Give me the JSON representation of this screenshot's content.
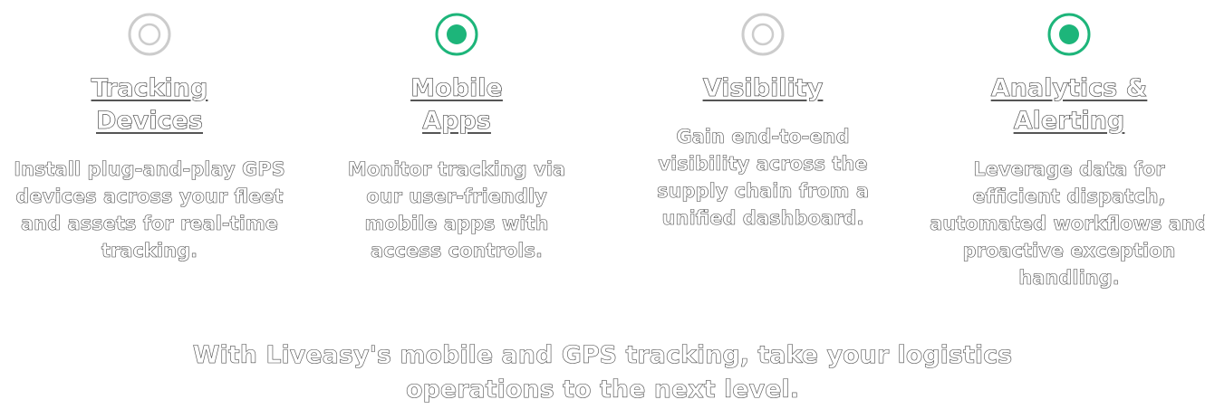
{
  "colors": {
    "accent": "#1db57a",
    "dash_light": "#a8dcc5",
    "ring_grey": "#dddddd",
    "text_outline": "#555555"
  },
  "timeline": {
    "nodes": [
      {
        "icon": "hollow-ring-icon",
        "active": false
      },
      {
        "icon": "filled-dot-icon",
        "active": true
      },
      {
        "icon": "hollow-ring-icon",
        "active": false
      },
      {
        "icon": "filled-dot-icon",
        "active": true
      }
    ]
  },
  "steps": [
    {
      "title": "Tracking Devices",
      "description": "Install plug-and-play GPS devices across your fleet and assets for real-time tracking."
    },
    {
      "title": "Mobile Apps",
      "description": "Monitor tracking via our user-friendly mobile apps with access controls."
    },
    {
      "title": "Visibility",
      "description": "Gain end-to-end visibility across the supply chain from a unified dashboard."
    },
    {
      "title": "Analytics & Alerting",
      "description": "Leverage data for efficient dispatch, automated workflows and proactive exception handling."
    }
  ],
  "footer": {
    "line1": "With Liveasy's mobile and GPS tracking, take your logistics",
    "line2": "operations to the next level."
  }
}
